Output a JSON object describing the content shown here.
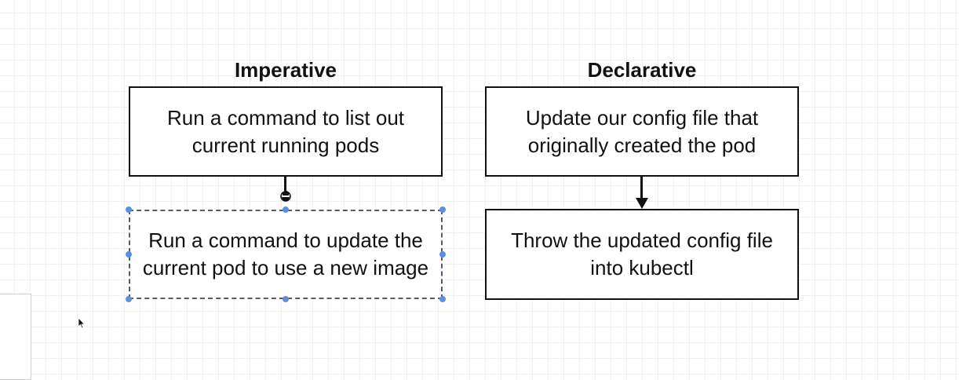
{
  "diagram": {
    "columns": [
      {
        "heading": "Imperative",
        "boxes": [
          {
            "text": "Run a command to list out current running pods",
            "selected": false
          },
          {
            "text": "Run a command to update the current pod to use a new image",
            "selected": true
          }
        ]
      },
      {
        "heading": "Declarative",
        "boxes": [
          {
            "text": "Update our config file that originally created the pod",
            "selected": false
          },
          {
            "text": "Throw the updated config file into kubectl",
            "selected": false
          }
        ]
      }
    ]
  },
  "icons": {
    "connector_hover": "connection-hover-icon",
    "pointer": "mouse-pointer-icon"
  },
  "colors": {
    "border": "#111111",
    "selection_handle": "#5b8fe0",
    "selection_border": "#555b6a",
    "grid": "#f1f1f1"
  }
}
